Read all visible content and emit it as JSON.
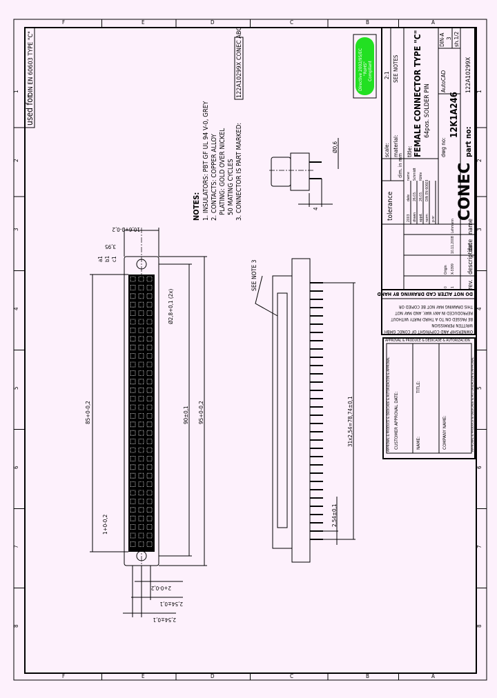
{
  "frame": {
    "zone_letters": [
      "F",
      "E",
      "D",
      "C",
      "B",
      "A"
    ],
    "zone_numbers": [
      "1",
      "2",
      "3",
      "4",
      "5",
      "6",
      "7",
      "8"
    ]
  },
  "used_for": {
    "label": "used for:",
    "value": "DIN EN 60603 TYPE \"C\""
  },
  "rohs_badge": {
    "line1": "Directive 2002/95/EC",
    "line2": "\"RoHS\"",
    "line3": "Compliant",
    "color": "#22e022"
  },
  "notes": {
    "heading": "NOTES:",
    "lines": [
      "1. INSULATORS: PBT GF UL 94 V-0, GREY",
      "2. CONTACTS: COPPER ALLOY",
      "PLATING: GOLD OVER NICKEL",
      "50 MATING CYCLES",
      "3. CONNECTOR IS PART MARKED:"
    ],
    "marking": "122A10299X  CONEC  ABC"
  },
  "dimensions": {
    "width_top": "10,6+0-0,2",
    "offset": "3,95",
    "rows": [
      "a1",
      "b1",
      "c1"
    ],
    "hole": "Ø2,8+0,1 (2x)",
    "length_85": "85+0-0,2",
    "length_90": "90±0,1",
    "length_95": "95+0-0,2",
    "small_1": "1+0-0,2",
    "pitch_a": "2,54±0,1",
    "pitch_b": "2,54±0,1",
    "bottom_2": "2+0-0,2",
    "pin_dia": "Ø0,6",
    "pin_len": "4",
    "see_note": "SEE NOTE 3",
    "pitch_side": "2,54±0,1",
    "total_pitch": "31x2,54=78,74±0,1"
  },
  "title_block": {
    "scale_label": "scale:",
    "scale_value": "2:1",
    "material_label": "material:",
    "material_value": "SEE NOTES",
    "title_label": "title:",
    "title": "FEMALE CONNECTOR TYPE \"C\"",
    "subtitle": "64pos. SOLDER PIN",
    "sheet_size": "DIN-A",
    "sheet_size_num": "3",
    "sheet": "sh.1/2",
    "software": "AutoCAD",
    "dwg_label": "dwg no:",
    "dwg_no": "12K1A246",
    "part_label": "part no:",
    "part_no": "122A10299X",
    "units": "dim. in mm",
    "tolerance": "tolerance",
    "logo": "CONEC",
    "info_rows": [
      [
        "2003",
        "date",
        "name"
      ],
      [
        "drawn",
        "26.03.",
        "Schmidt"
      ],
      [
        "appd.",
        "26.03.",
        "Köhle"
      ],
      [
        "norm",
        "DIN EN 60603",
        ""
      ],
      [
        "p-nr",
        "",
        ""
      ]
    ],
    "revisions": [
      {
        "rev": "1",
        "description": "X-3399",
        "date": "10.11.2008",
        "name": "Lehmann"
      },
      {
        "rev": "0",
        "description": "Origin",
        "date": "",
        "name": ""
      }
    ],
    "rev_headers": {
      "rev": "rev.",
      "description": "description",
      "date": "date",
      "name": "name"
    }
  },
  "warning": "DO NOT ALTER CAD DRAWING BY HAND",
  "copyright": [
    "THIS DRAWING MAY NOT BE COPIED OR",
    "REPRODUCED IN ANY WAY, AND MAY NOT",
    "BE PASSED ON TO A THIRD PARTY WITHOUT",
    "WRITTEN PERMISSION",
    "OWNERSHIP AND COPYRIGHT OF CONEC GMBH"
  ],
  "approval": {
    "header": "APPROVAL & PRODUCE & DEDICADE & AUTORIZACION",
    "side": "APPROVAL & PRODUCE & DEDICADE & AUTORIZACION & APPROVAL",
    "customer_date": "CUSTOMER APPROVAL DATE:",
    "name": "NAME:",
    "title": "TITLE:",
    "company": "COMPANY NAME:"
  }
}
